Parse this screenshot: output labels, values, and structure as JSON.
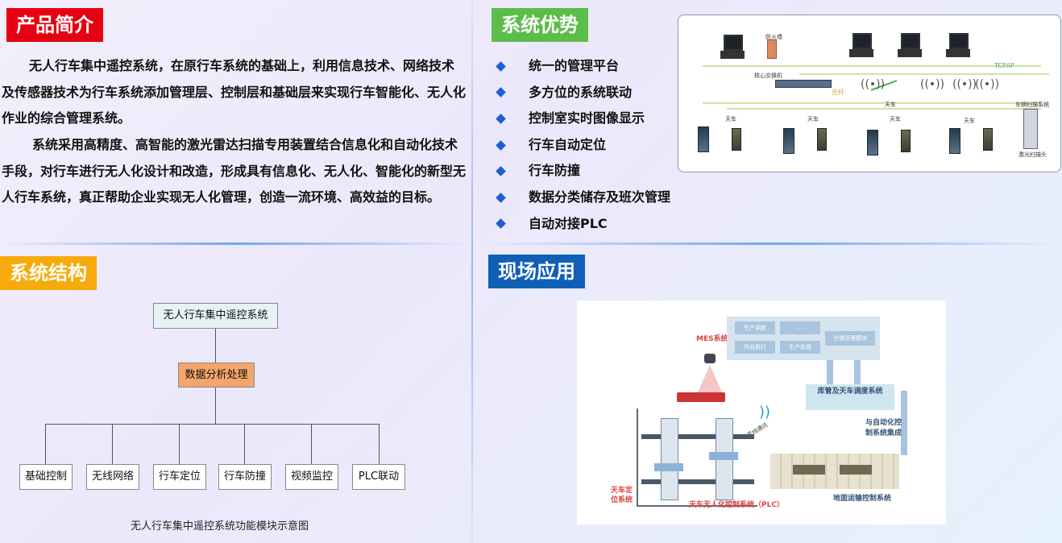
{
  "intro": {
    "title": "产品简介",
    "p1": "无人行车集中遥控系统，在原行车系统的基础上，利用信息技术、网络技术及传感器技术为行车系统添加管理层、控制层和基础层来实现行车智能化、无人化作业的综合管理系统。",
    "p2": "系统采用高精度、高智能的激光雷达扫描专用装置结合信息化和自动化技术手段，对行车进行无人化设计和改造，形成具有信息化、无人化、智能化的新型无人行车系统，真正帮助企业实现无人化管理，创造一流环境、高效益的目标。"
  },
  "advantages": {
    "title": "系统优势",
    "items": [
      "统一的管理平台",
      "多方位的系统联动",
      "控制室实时图像显示",
      "行车自动定位",
      "行车防撞",
      "数据分类储存及班次管理",
      "自动对接PLC"
    ]
  },
  "network_diagram": {
    "firewall": "防火墙",
    "core_switch": "核心交换机",
    "fiber": "光纤",
    "protocol": "TCP/IP",
    "crane_labels": [
      "天车",
      "天车",
      "天车",
      "天车",
      "天车"
    ],
    "scan_system": "车辆扫描系统",
    "laser_head": "激光扫描头"
  },
  "structure": {
    "title": "系统结构",
    "root": "无人行车集中遥控系统",
    "middle": "数据分析处理",
    "modules": [
      "基础控制",
      "无线网络",
      "行车定位",
      "行车防撞",
      "视频监控",
      "PLC联动"
    ],
    "caption": "无人行车集中遥控系统功能模块示意图"
  },
  "application": {
    "title": "现场应用",
    "mes_label": "MES系统",
    "mes_cells": [
      "生产调度",
      "……",
      "作业执行",
      "生产实绩",
      "仓储管理模块"
    ],
    "dispatch": "库管及天车调度系统",
    "integration": "与自动化控制系统集成",
    "wireless": "无线通讯",
    "positioning": "天车定位系统",
    "crane_control": "天车无人化控制系统（PLC）",
    "ground_transport": "地面运输控制系统"
  },
  "colors": {
    "intro_header": "#e60012",
    "advantages_header": "#5cbd4a",
    "structure_header": "#f7ab0a",
    "application_header": "#1060b8",
    "middle_box": "#f4a56c",
    "root_box": "#e6f3f5"
  }
}
